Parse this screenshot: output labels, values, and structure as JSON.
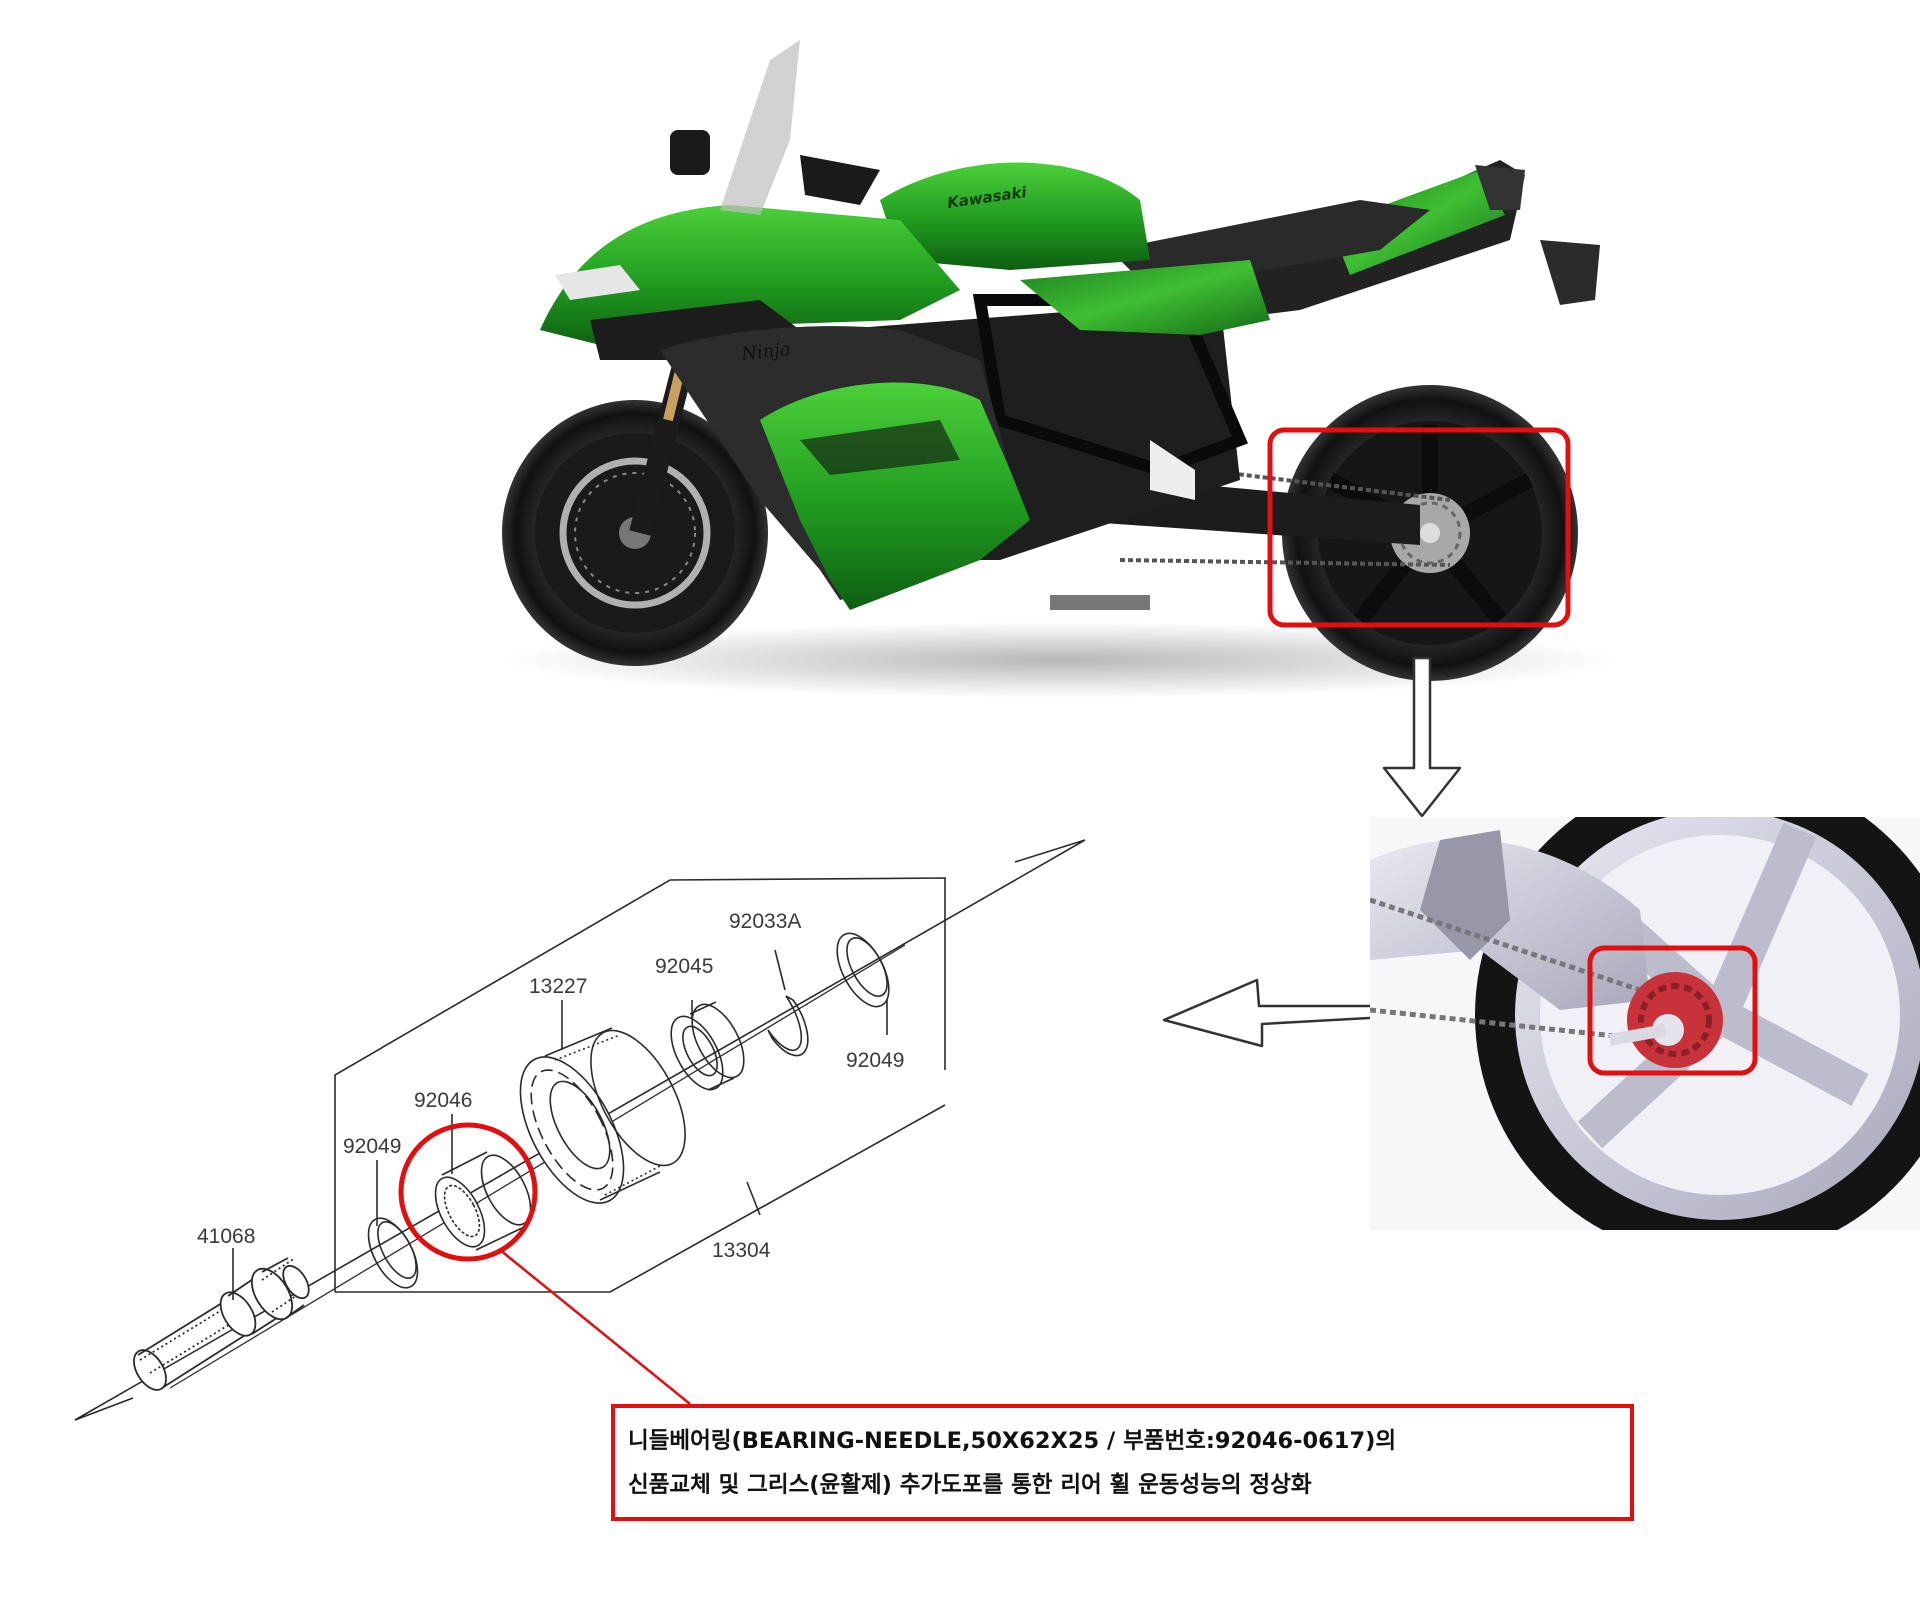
{
  "parts": {
    "p41068": "41068",
    "p92049_left": "92049",
    "p92046": "92046",
    "p13227": "13227",
    "p92045": "92045",
    "p92033A": "92033A",
    "p92049_right": "92049",
    "p13304": "13304"
  },
  "motorcycle_badges": {
    "brand": "Kawasaki",
    "model": "Ninja"
  },
  "caption": {
    "line1": "니들베어링(BEARING-NEEDLE,50X62X25 / 부품번호:92046-0617)의",
    "line2": "신품교체 및 그리스(윤활제) 추가도포를 통한 리어 휠 운동성능의 정상화"
  },
  "colors": {
    "highlight_red": "#e01010",
    "body_green": "#2fa52a",
    "render_gray": "#b9b8c8",
    "hub_red": "#c8323a"
  }
}
